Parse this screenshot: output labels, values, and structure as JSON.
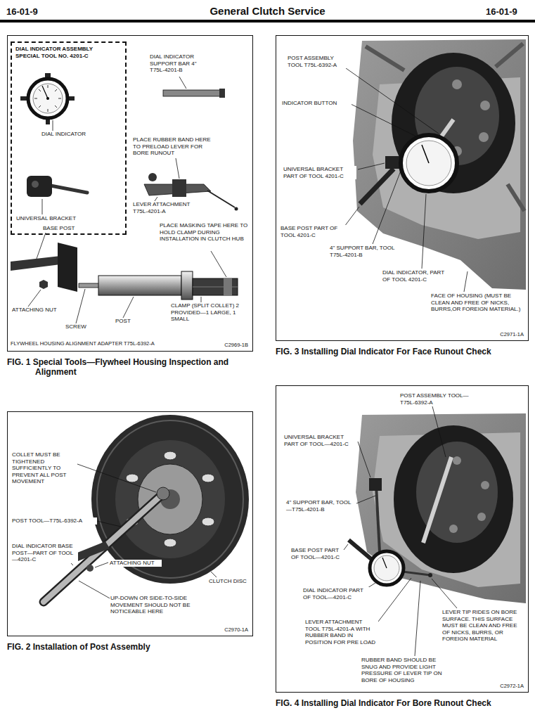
{
  "diagram": {
    "title": "General Clutch Service",
    "nodes": [
      {
        "text": [
          "C2969-1B",
          "FIG. 1 Special Tools—Flywheel Housing Inspection and Alignment"
        ]
      },
      {
        "text": [
          "DIAL INDICATOR ASSEMBLY SPECIAL TOOL NO. 4201-C"
        ],
        "in": 0
      },
      {
        "text": [
          "C2971-1A",
          "FIG. 3 Installing Dial Indicator For Face Runout Check"
        ]
      },
      {
        "text": [
          "C2970-1A",
          "FIG. 2 Installation of Post Assembly"
        ]
      },
      {
        "text": [
          "C2972-1A",
          "FIG. 4 Installing Dial Indicator For Bore Runout Check"
        ]
      }
    ],
    "labels": [
      "16-01-9",
      "16-01-9",
      "DIAL INDICATOR SUPPORT BAR 4\" T75L-4201-B",
      "DIAL INDICATOR",
      "PLACE RUBBER BAND HERE TO PRELOAD LEVER FOR BORE RUNOUT",
      "LEVER ATTACHMENT T75L-4201-A",
      "UNIVERSAL BRACKET",
      "BASE POST",
      "PLACE MASKING TAPE HERE TO HOLD CLAMP DURING INSTALLATION IN CLUTCH HUB",
      "ATTACHING NUT",
      "SCREW",
      "POST",
      "CLAMP (SPLIT COLLET) 2 PROVIDED—1 LARGE, 1 SMALL",
      "FLYWHEEL HOUSING ALIGNMENT ADAPTER T75L-6392-A",
      "POST ASSEMBLY TOOL T75L-6392-A",
      "INDICATOR BUTTON",
      "UNIVERSAL BRACKET PART OF TOOL 4201-C",
      "BASE POST PART OF TOOL 4201-C",
      "4\" SUPPORT BAR, TOOL T75L-4201-B",
      "DIAL INDICATOR, PART OF TOOL 4201-C",
      "FACE OF HOUSING (MUST BE CLEAN AND FREE OF NICKS, BURRS,OR FOREIGN MATERIAL.)",
      "COLLET MUST BE TIGHTENED SUFFICIENTLY TO PREVENT ALL POST MOVEMENT",
      "POST TOOL—T75L-6392-A",
      "DIAL INDICATOR BASE POST—PART OF TOOL—4201-C",
      "CLUTCH DISC",
      "ATTACHING NUT",
      "UP-DOWN OR SIDE-TO-SIDE MOVEMENT SHOULD NOT BE NOTICEABLE HERE",
      "POST ASSEMBLY TOOL—T75L-6392-A",
      "UNIVERSAL BRACKET PART OF TOOL—4201-C",
      "4\" SUPPORT BAR, TOOL—T75L-4201-B",
      "BASE POST PART OF TOOL—4201-C",
      "DIAL INDICATOR PART OF TOOL—4201-C",
      "LEVER TIP RIDES ON BORE SURFACE. THIS SURFACE MUST BE CLEAN AND FREE OF NICKS, BURRS, OR FOREIGN MATERIAL",
      "LEVER ATTACHMENT TOOL T75L-4201-A WITH RUBBER BAND IN POSITION FOR PRE LOAD",
      "RUBBER BAND SHOULD BE SNUG AND PROVIDE LIGHT PRESSURE OF LEVER TIP ON BORE OF HOUSING"
    ]
  }
}
